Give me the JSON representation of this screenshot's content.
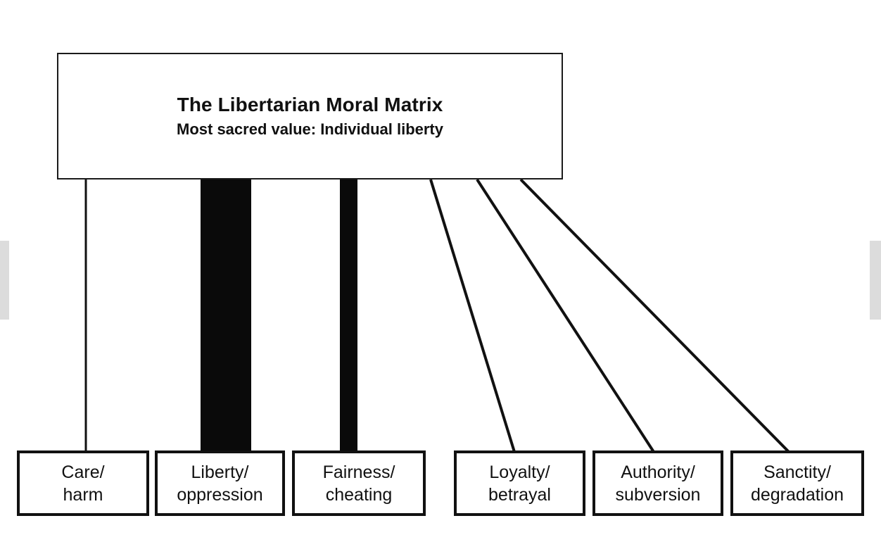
{
  "diagram": {
    "type": "moral-foundations-matrix",
    "matrix": {
      "title": "The Libertarian Moral Matrix",
      "subtitle": "Most sacred value: Individual liberty"
    },
    "foundations": [
      {
        "key": "care",
        "line1": "Care/",
        "line2": "harm",
        "link_style": "thin-line",
        "link_weight": 2,
        "emphasis": "low"
      },
      {
        "key": "liberty",
        "line1": "Liberty/",
        "line2": "oppression",
        "link_style": "thick-bar",
        "link_weight": 72,
        "emphasis": "very-high"
      },
      {
        "key": "fairness",
        "line1": "Fairness/",
        "line2": "cheating",
        "link_style": "thick-bar",
        "link_weight": 25,
        "emphasis": "high"
      },
      {
        "key": "loyalty",
        "line1": "Loyalty/",
        "line2": "betrayal",
        "link_style": "thin-line",
        "link_weight": 4,
        "emphasis": "low"
      },
      {
        "key": "authority",
        "line1": "Authority/",
        "line2": "subversion",
        "link_style": "thin-line",
        "link_weight": 4,
        "emphasis": "low"
      },
      {
        "key": "sanctity",
        "line1": "Sanctity/",
        "line2": "degradation",
        "link_style": "thin-line",
        "link_weight": 4,
        "emphasis": "low"
      }
    ],
    "colors": {
      "ink": "#111111",
      "background": "#ffffff",
      "edge_artifact": "#dcdcdc"
    }
  }
}
